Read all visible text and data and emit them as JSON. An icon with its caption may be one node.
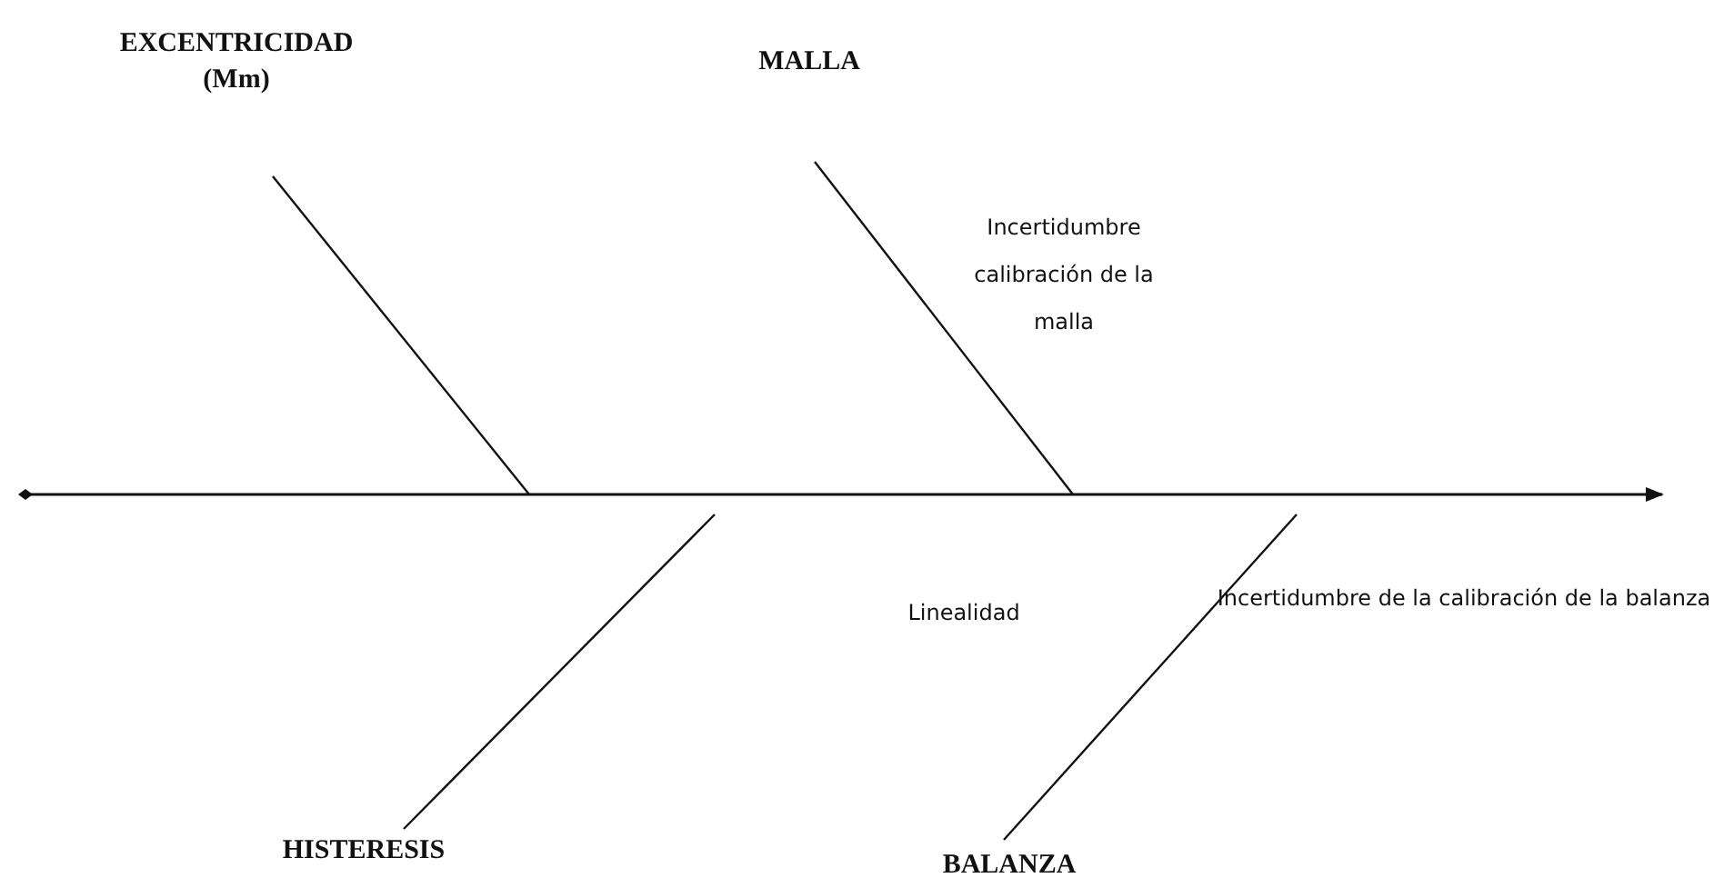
{
  "diagram": {
    "nodes": [
      {
        "text": [
          "EXCENTRICIDAD (Mm)"
        ]
      },
      {
        "text": [
          "MALLA"
        ]
      },
      {
        "text": [
          "HISTERESIS"
        ]
      },
      {
        "text": [
          "BALANZA"
        ]
      }
    ],
    "edges": [
      {
        "from": 0,
        "to": null,
        "arrow": "none"
      },
      {
        "from": 1,
        "to": null,
        "arrow": "none"
      },
      {
        "from": 2,
        "to": null,
        "arrow": "none"
      },
      {
        "from": 3,
        "to": null,
        "arrow": "none"
      }
    ],
    "labels": [
      "Incertidumbre calibración de la malla",
      "Linealidad",
      "Incertidumbre de la calibración de la balanza"
    ]
  }
}
